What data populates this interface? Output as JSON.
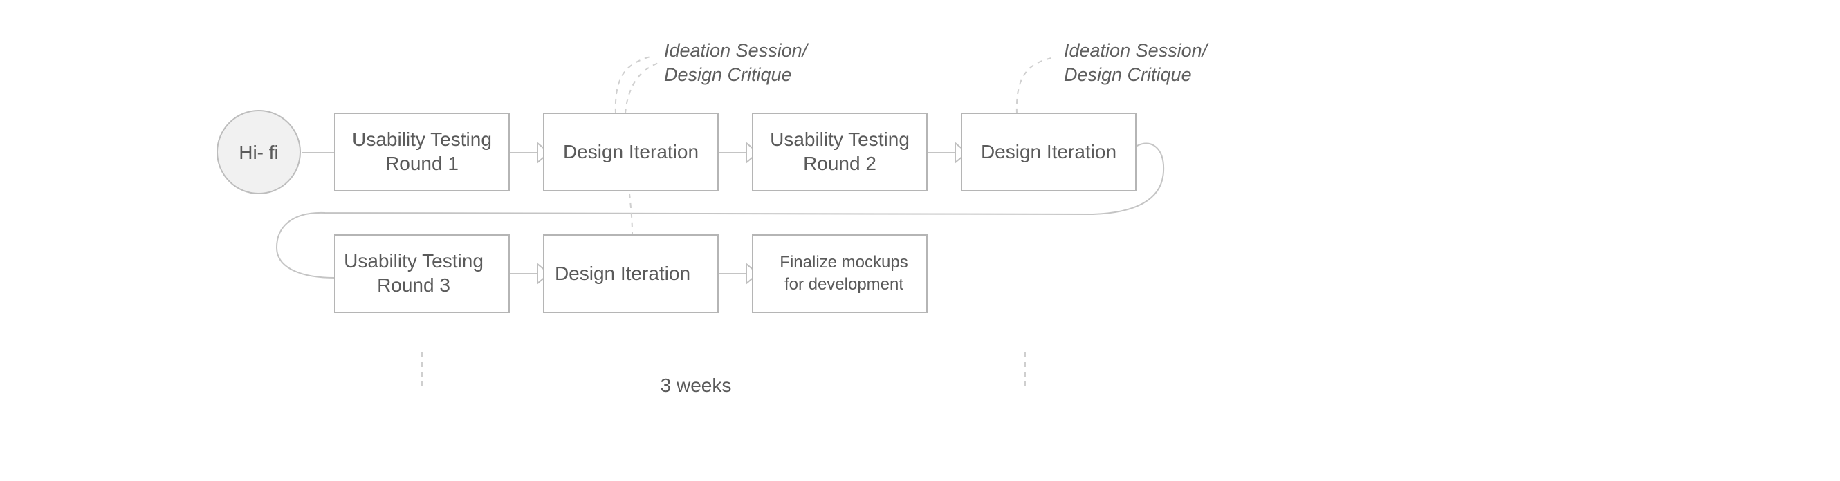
{
  "start": {
    "label": "Hi- fi"
  },
  "row1": [
    {
      "line1": "Usability Testing",
      "line2": "Round 1"
    },
    {
      "line1": "Design Iteration"
    },
    {
      "line1": "Usability Testing",
      "line2": "Round 2"
    },
    {
      "line1": "Design Iteration"
    }
  ],
  "row2": [
    {
      "line1": "Usability Testing",
      "line2": "Round 3"
    },
    {
      "line1": "Design Iteration"
    },
    {
      "line1": "Finalize mockups",
      "line2": "for development"
    }
  ],
  "notes": [
    {
      "line1": "Ideation Session/",
      "line2": "Design Critique"
    },
    {
      "line1": "Ideation Session/",
      "line2": "Design Critique"
    }
  ],
  "duration": {
    "label": "3 weeks"
  },
  "colors": {
    "stroke": "#b5b5b5",
    "circle_fill": "#f1f1f1",
    "text": "#5a5a5a"
  }
}
